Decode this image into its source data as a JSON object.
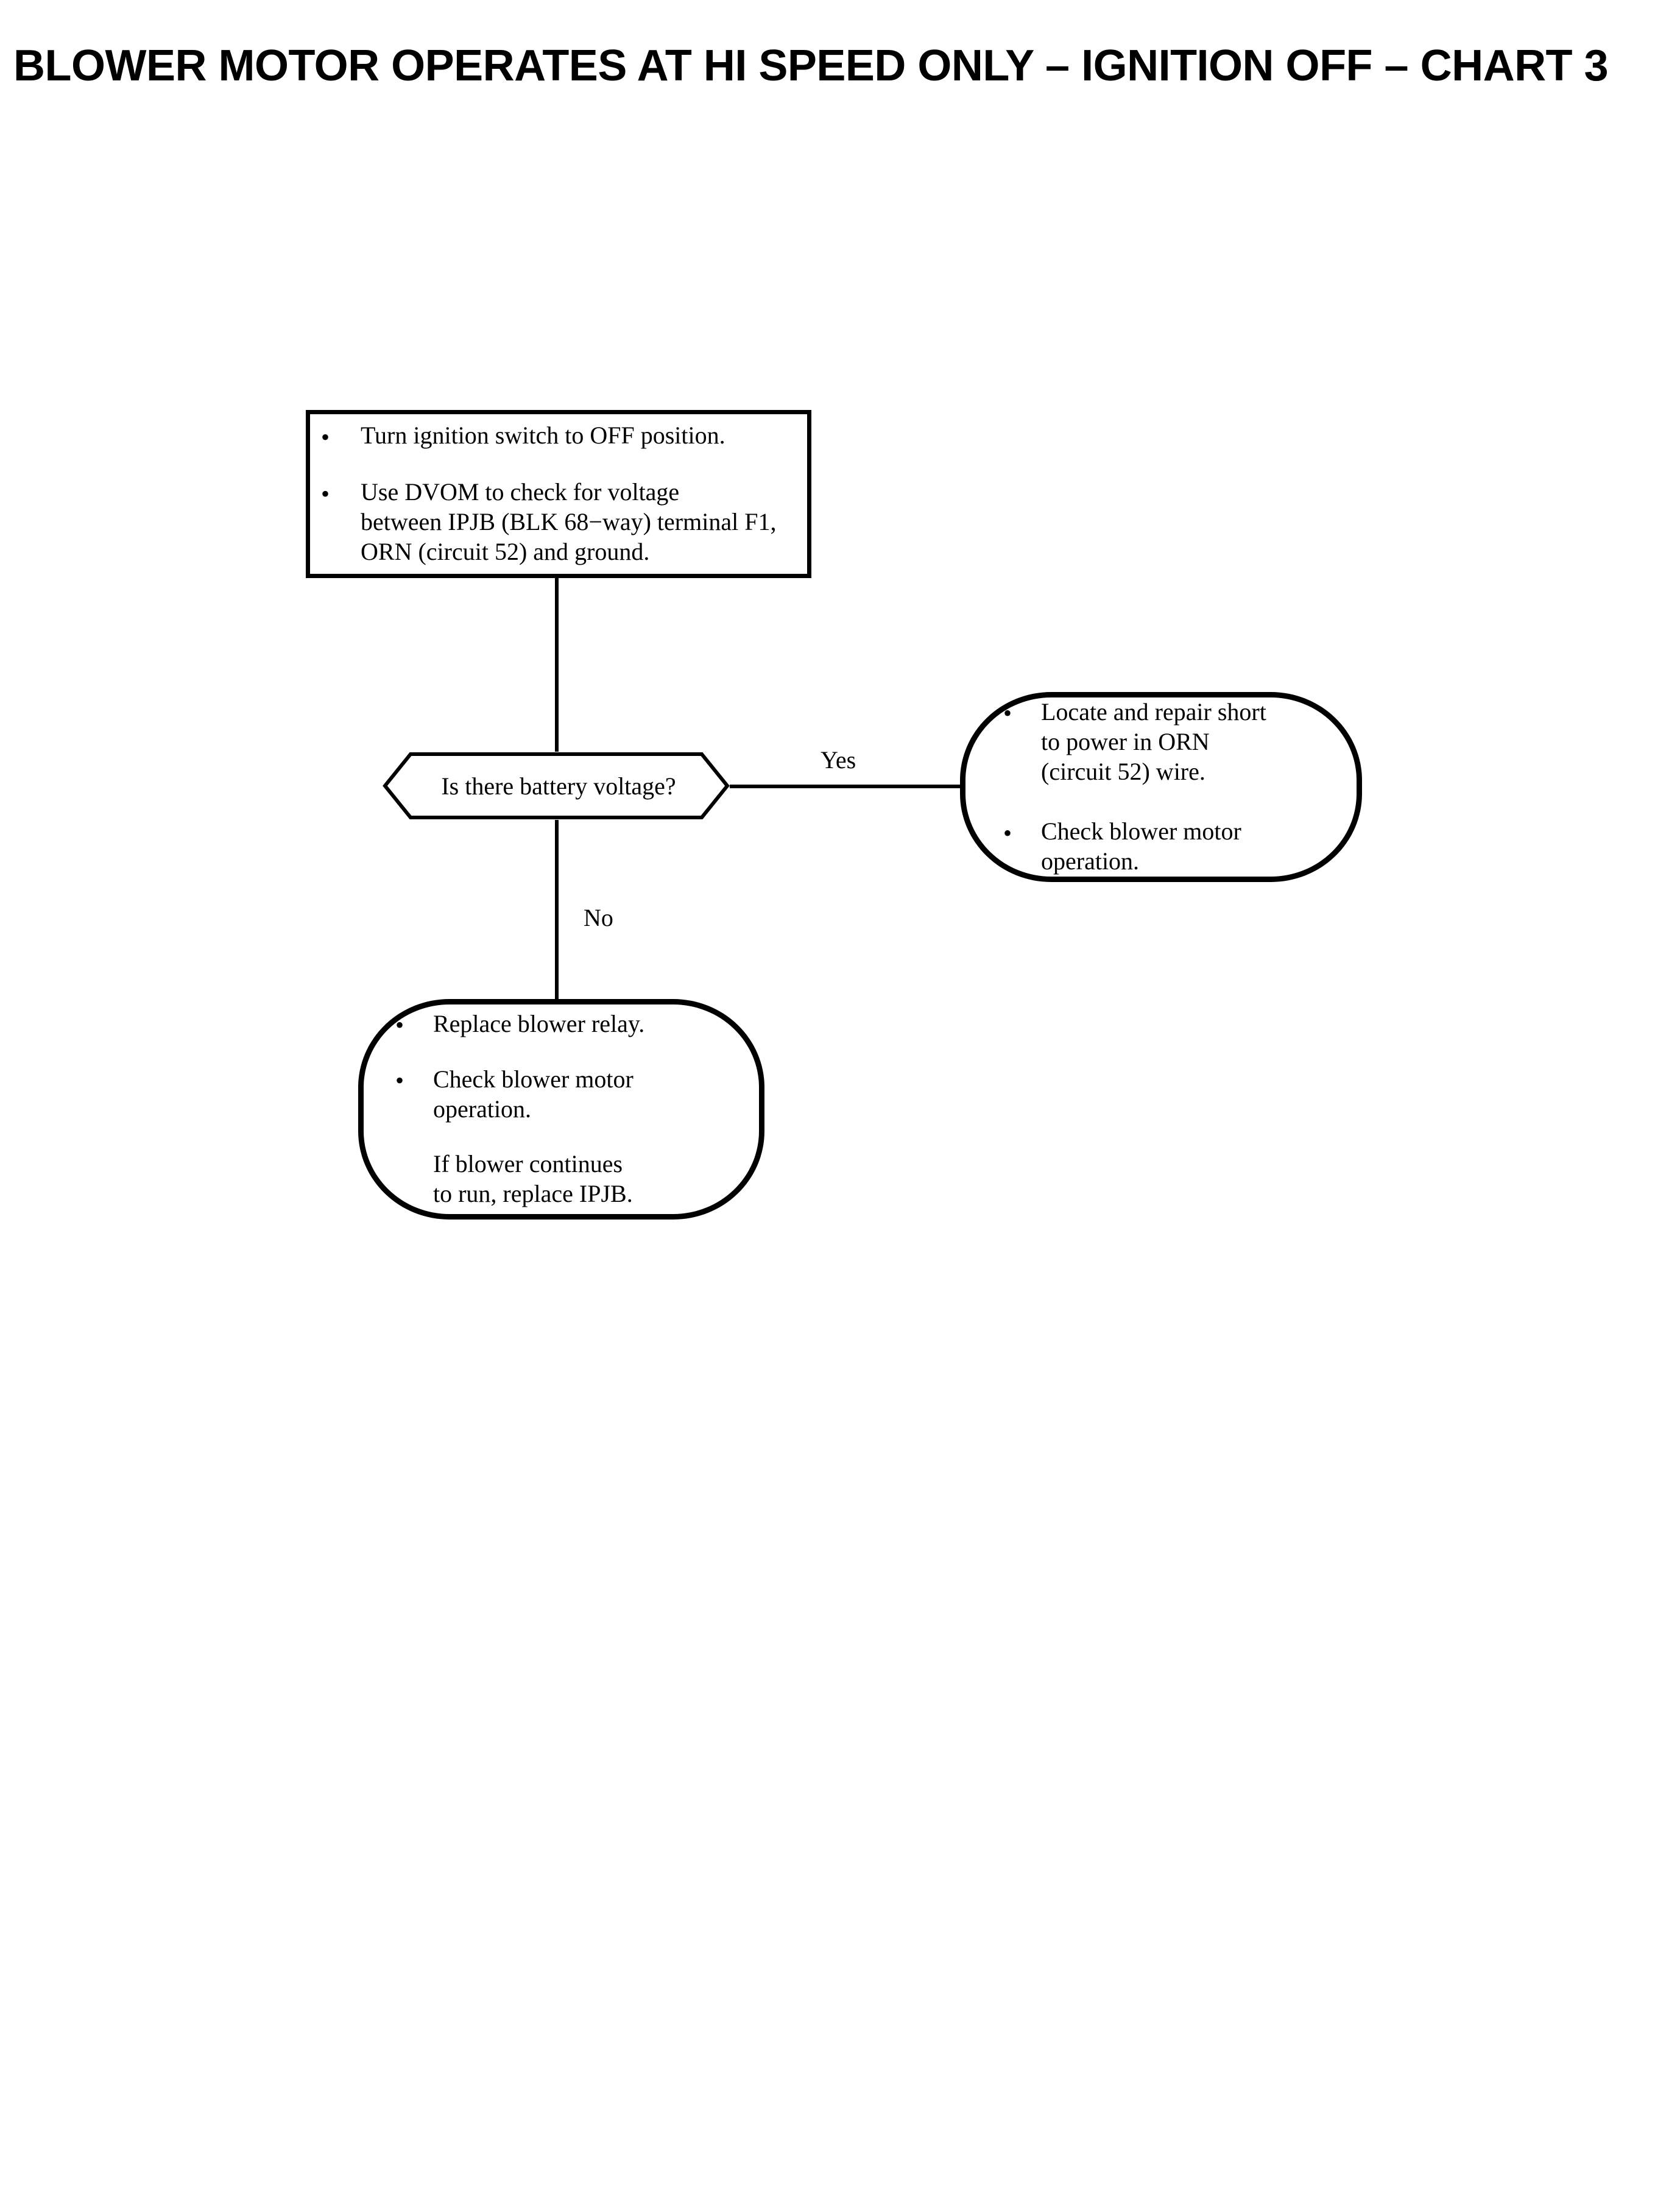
{
  "title": "BLOWER MOTOR OPERATES AT HI SPEED ONLY – IGNITION OFF – CHART 3",
  "colors": {
    "stroke": "#000000",
    "background": "#ffffff",
    "text": "#000000"
  },
  "nodes": {
    "check_voltage": {
      "shape": "rectangle",
      "bullets": [
        "Turn ignition switch to OFF position.",
        "Use DVOM to check for voltage between IPJB (BLK 68−way) terminal F1, ORN (circuit 52) and ground."
      ],
      "bullet_lines": [
        [
          "Turn ignition switch to OFF position."
        ],
        [
          "Use DVOM to check for voltage",
          "between IPJB (BLK 68−way) terminal F1,",
          "ORN (circuit 52) and ground."
        ]
      ]
    },
    "decision": {
      "shape": "hexagon",
      "label": "Is there battery voltage?"
    },
    "repair_short": {
      "shape": "stadium",
      "bullets": [
        "Locate and repair short to power in ORN (circuit 52) wire.",
        "Check blower motor operation."
      ],
      "bullet_lines": [
        [
          "Locate and repair short",
          "to power in ORN",
          "(circuit 52) wire."
        ],
        [
          "Check blower motor",
          "operation."
        ]
      ]
    },
    "replace_relay": {
      "shape": "stadium",
      "bullets": [
        "Replace blower relay.",
        "Check blower motor operation.",
        "If blower continues to run, replace IPJB."
      ],
      "bullet_lines": [
        [
          "Replace blower relay."
        ],
        [
          "Check blower motor",
          "operation."
        ],
        [
          "If blower continues",
          "to run, replace IPJB."
        ]
      ],
      "last_item_has_bullet": false
    }
  },
  "edges": [
    {
      "from": "check_voltage",
      "to": "decision",
      "label": ""
    },
    {
      "from": "decision",
      "to": "repair_short",
      "label": "Yes"
    },
    {
      "from": "decision",
      "to": "replace_relay",
      "label": "No"
    }
  ],
  "edge_labels": {
    "yes": "Yes",
    "no": "No"
  },
  "bullet_glyph": "•"
}
